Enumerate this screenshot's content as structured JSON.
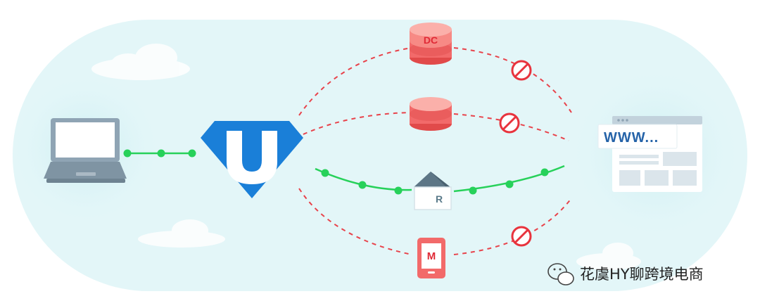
{
  "nodes": {
    "datacenter_proxy": {
      "label": "DC"
    },
    "residential_proxy": {
      "label": "R"
    },
    "mobile_proxy": {
      "label": "M"
    },
    "website": {
      "address": "WWW..."
    }
  },
  "watermark": {
    "text": "花虞HY聊跨境电商"
  },
  "colors": {
    "background_blob": "#e3f6f8",
    "proxy_red": "#f26a6a",
    "dashed_red": "#e8434b",
    "connection_green": "#27d15a",
    "logo_blue": "#1a7fd8",
    "device_gray": "#8fa4b4"
  }
}
